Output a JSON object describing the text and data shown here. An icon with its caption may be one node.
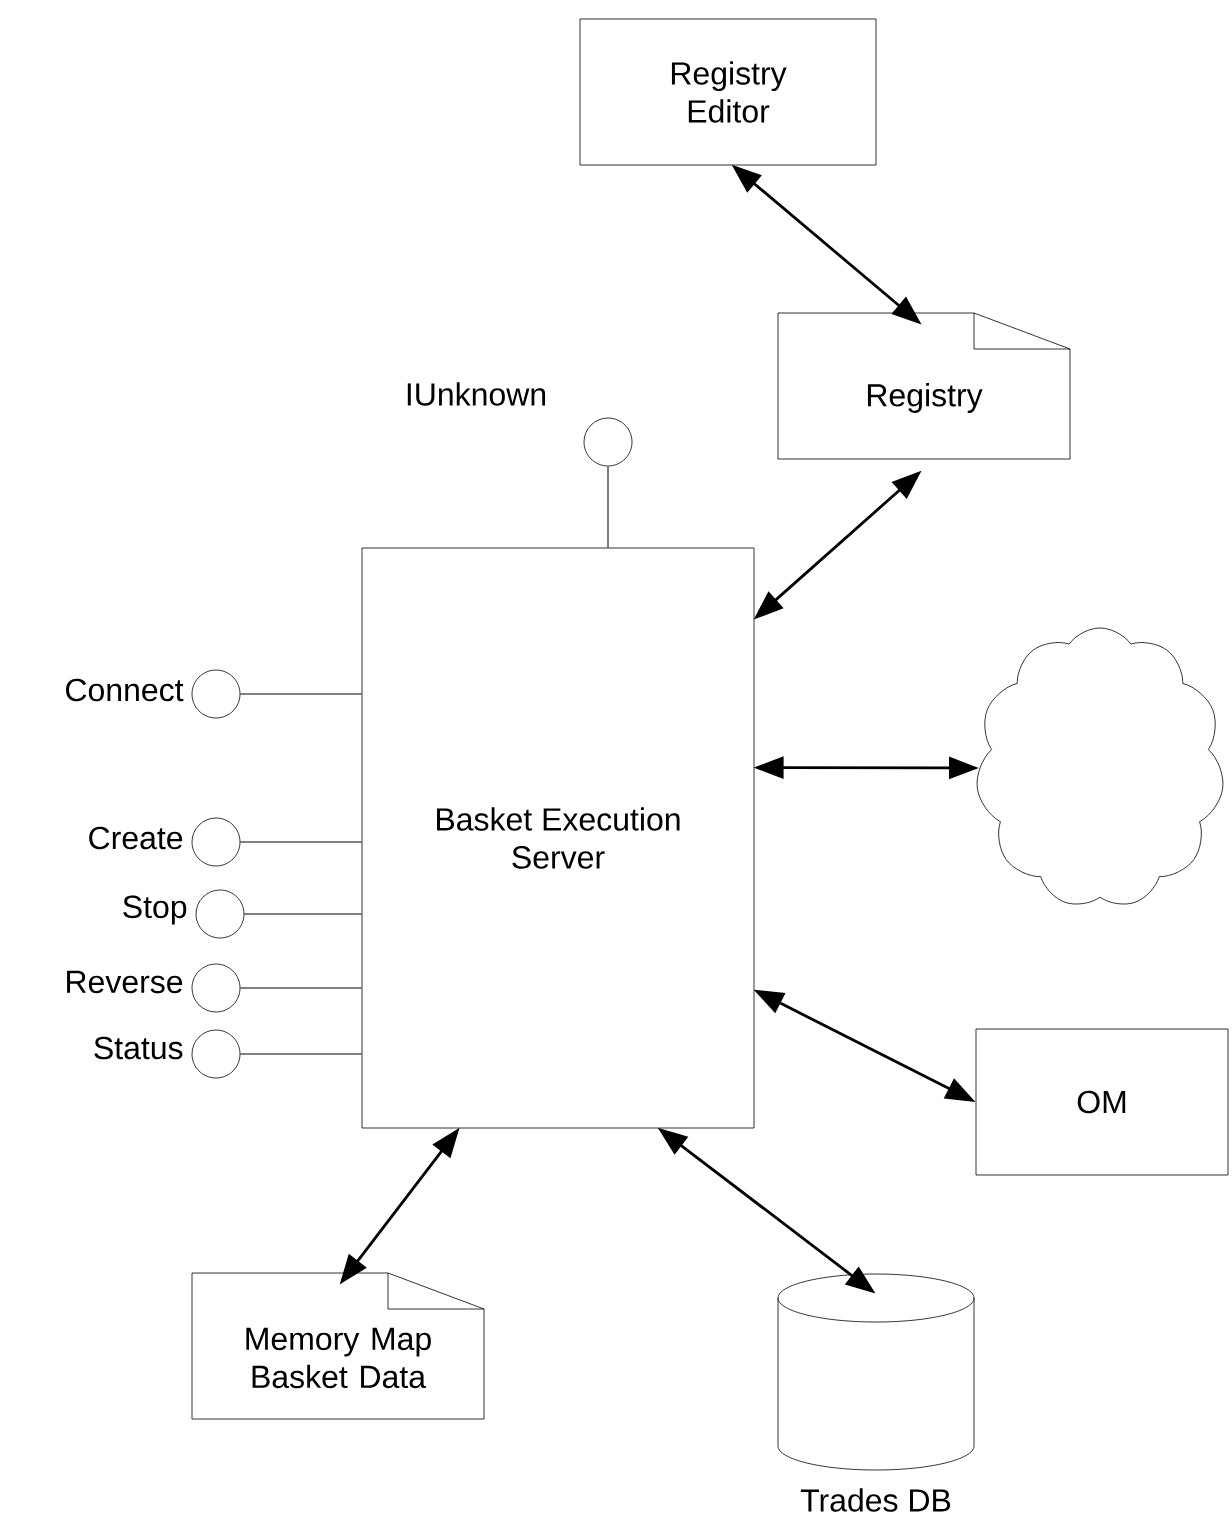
{
  "diagram": {
    "nodes": [
      {
        "text": [
          "Registry Editor"
        ]
      },
      {
        "text": [
          "Registry"
        ]
      },
      {
        "text": [
          "Basket Execution Server"
        ]
      },
      {
        "text": [],
        "shape": "cloud"
      },
      {
        "text": [
          "OM"
        ]
      },
      {
        "text": [
          "Memory Map Basket Data"
        ]
      },
      {
        "text": [],
        "shape": "cylinder",
        "beside": [
          "Trades DB"
        ]
      },
      {
        "text": [],
        "shape": "circle",
        "beside": [
          "IUnknown"
        ]
      },
      {
        "text": [],
        "shape": "circle",
        "beside": [
          "Connect"
        ]
      },
      {
        "text": [],
        "shape": "circle",
        "beside": [
          "Create"
        ]
      },
      {
        "text": [],
        "shape": "circle",
        "beside": [
          "Stop"
        ]
      },
      {
        "text": [],
        "shape": "circle",
        "beside": [
          "Reverse"
        ]
      },
      {
        "text": [],
        "shape": "circle",
        "beside": [
          "Status"
        ]
      }
    ],
    "edges": [
      {
        "from": 0,
        "to": 1,
        "arrow": "both"
      },
      {
        "from": 1,
        "to": 2,
        "arrow": "both"
      },
      {
        "from": 2,
        "to": 3,
        "arrow": "both"
      },
      {
        "from": 2,
        "to": 4,
        "arrow": "both"
      },
      {
        "from": 2,
        "to": 5,
        "arrow": "both"
      },
      {
        "from": 2,
        "to": 6,
        "arrow": "both"
      },
      {
        "from": 7,
        "to": 2,
        "arrow": "none"
      },
      {
        "from": 8,
        "to": 2,
        "arrow": "none"
      },
      {
        "from": 9,
        "to": 2,
        "arrow": "none"
      },
      {
        "from": 10,
        "to": 2,
        "arrow": "none"
      },
      {
        "from": 11,
        "to": 2,
        "arrow": "none"
      },
      {
        "from": 12,
        "to": 2,
        "arrow": "none"
      }
    ]
  }
}
